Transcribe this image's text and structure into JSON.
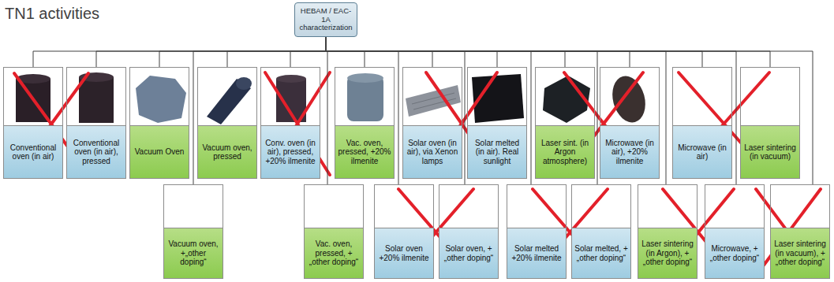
{
  "diagram": {
    "title": "TN1 activities",
    "nodes": [
      {
        "text": [
          "HEBAM / EAC-1A characterization"
        ]
      },
      {
        "text": [
          "Conventional oven (in air)"
        ]
      },
      {
        "text": [
          "Conventional oven (in air), pressed"
        ]
      },
      {
        "text": [
          "Vacuum Oven"
        ]
      },
      {
        "text": [
          "Vacuum oven, pressed"
        ]
      },
      {
        "text": [
          "Conv. oven (in air), pressed, +20% ilmenite"
        ]
      },
      {
        "text": [
          "Vac. oven, pressed, +20% ilmenite"
        ]
      },
      {
        "text": [
          "Solar oven (in air), via Xenon lamps"
        ]
      },
      {
        "text": [
          "Solar melted (in air). Real sunlight"
        ]
      },
      {
        "text": [
          "Laser sint. (in Argon atmosphere)"
        ]
      },
      {
        "text": [
          "Microwave (in air), +20% ilmenite"
        ]
      },
      {
        "text": [
          "Microwave (in air)"
        ]
      },
      {
        "text": [
          "Laser sintering (in vacuum)"
        ]
      },
      {
        "text": [
          "Vacuum oven, +„other doping“"
        ]
      },
      {
        "text": [
          "Vac. oven, pressed, +„other doping“"
        ]
      },
      {
        "text": [
          "Solar oven +20% ilmenite"
        ]
      },
      {
        "text": [
          "Solar oven, +„other doping“"
        ]
      },
      {
        "text": [
          "Solar melted +20% ilmenite"
        ]
      },
      {
        "text": [
          "Solar melted, +„other doping“"
        ]
      },
      {
        "text": [
          "Laser sintering (in Argon), + „other doping“"
        ]
      },
      {
        "text": [
          "Microwave, + „other doping“"
        ]
      },
      {
        "text": [
          "Laser sintering (in vacuum), + „other doping“"
        ]
      }
    ],
    "edges": [
      {
        "from": 0,
        "to": 1,
        "arrow": "none"
      },
      {
        "from": 0,
        "to": 2,
        "arrow": "none"
      },
      {
        "from": 0,
        "to": 3,
        "arrow": "none"
      },
      {
        "from": 0,
        "to": 4,
        "arrow": "none"
      },
      {
        "from": 0,
        "to": 5,
        "arrow": "none"
      },
      {
        "from": 0,
        "to": 6,
        "arrow": "none"
      },
      {
        "from": 0,
        "to": 7,
        "arrow": "none"
      },
      {
        "from": 0,
        "to": 8,
        "arrow": "none"
      },
      {
        "from": 0,
        "to": 9,
        "arrow": "none"
      },
      {
        "from": 0,
        "to": 10,
        "arrow": "none"
      },
      {
        "from": 0,
        "to": 11,
        "arrow": "none"
      },
      {
        "from": 0,
        "to": 12,
        "arrow": "none"
      },
      {
        "from": 0,
        "to": 13,
        "arrow": "none"
      },
      {
        "from": 0,
        "to": 14,
        "arrow": "none"
      },
      {
        "from": 0,
        "to": 15,
        "arrow": "none"
      },
      {
        "from": 0,
        "to": 16,
        "arrow": "none"
      },
      {
        "from": 0,
        "to": 17,
        "arrow": "none"
      },
      {
        "from": 0,
        "to": 18,
        "arrow": "none"
      },
      {
        "from": 0,
        "to": 19,
        "arrow": "none"
      },
      {
        "from": 0,
        "to": 20,
        "arrow": "none"
      },
      {
        "from": 0,
        "to": 21,
        "arrow": "none"
      }
    ]
  }
}
